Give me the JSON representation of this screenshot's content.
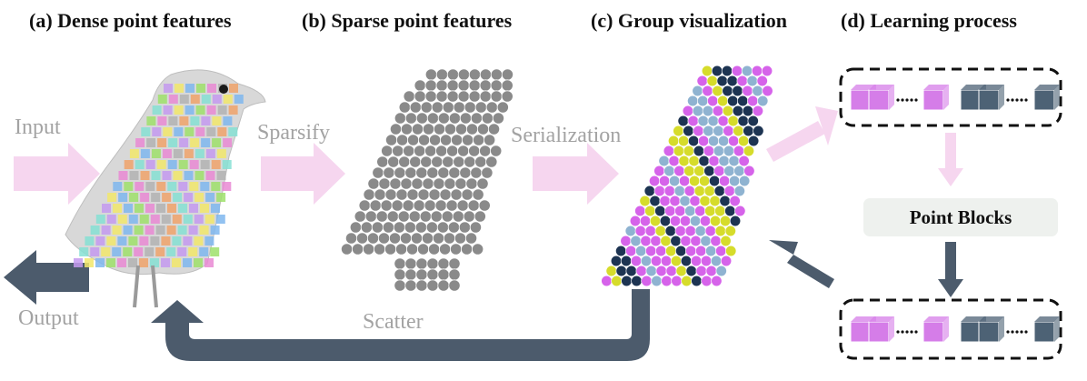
{
  "panels": {
    "a": "(a) Dense point features",
    "b": "(b) Sparse point features",
    "c": "(c) Group visualization",
    "d": "(d) Learning process"
  },
  "labels": {
    "input": "Input",
    "output": "Output",
    "sparsify": "Sparsify",
    "serialization": "Serialization",
    "scatter": "Scatter",
    "point_blocks": "Point Blocks"
  },
  "colors": {
    "pink_arrow": "#f6d6ef",
    "dark_arrow": "#4c5b6c",
    "gray_points": "#8a8a8a",
    "group_magenta": "#d663ea",
    "group_navy": "#1d3452",
    "group_yellow": "#d6dc2b",
    "group_lightblue": "#8fb3d1",
    "block_purple": "#d57de8",
    "block_slate": "#4d6275"
  }
}
